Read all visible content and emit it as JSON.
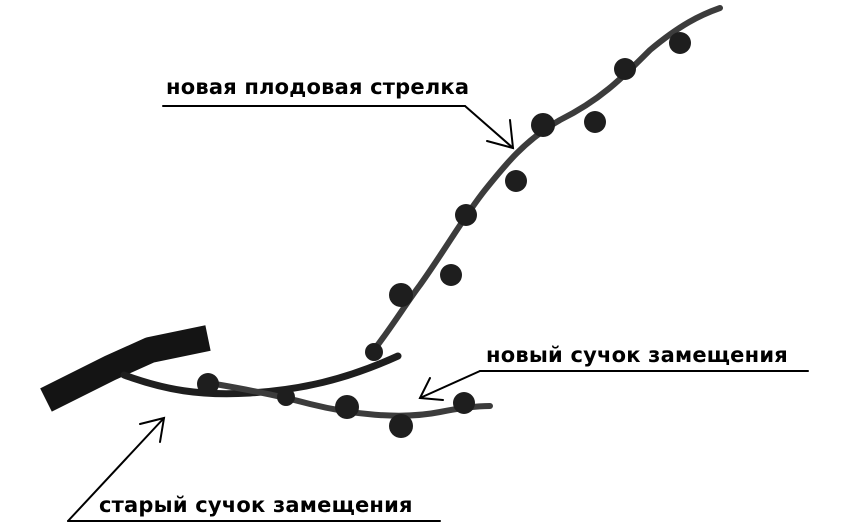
{
  "labels": {
    "new_fruit_arrow": "новая плодовая стрелка",
    "new_replacement_knot": "новый сучок замещения",
    "old_replacement_knot": "старый сучок замещения"
  },
  "colors": {
    "background": "#ffffff",
    "branch": "#3c3c3c",
    "old_wood": "#141414",
    "bud": "#1e1e1e",
    "pointer": "#000000"
  },
  "icons": {
    "bud": "fruit-bud-dot",
    "pointer": "arrow-pointer"
  }
}
